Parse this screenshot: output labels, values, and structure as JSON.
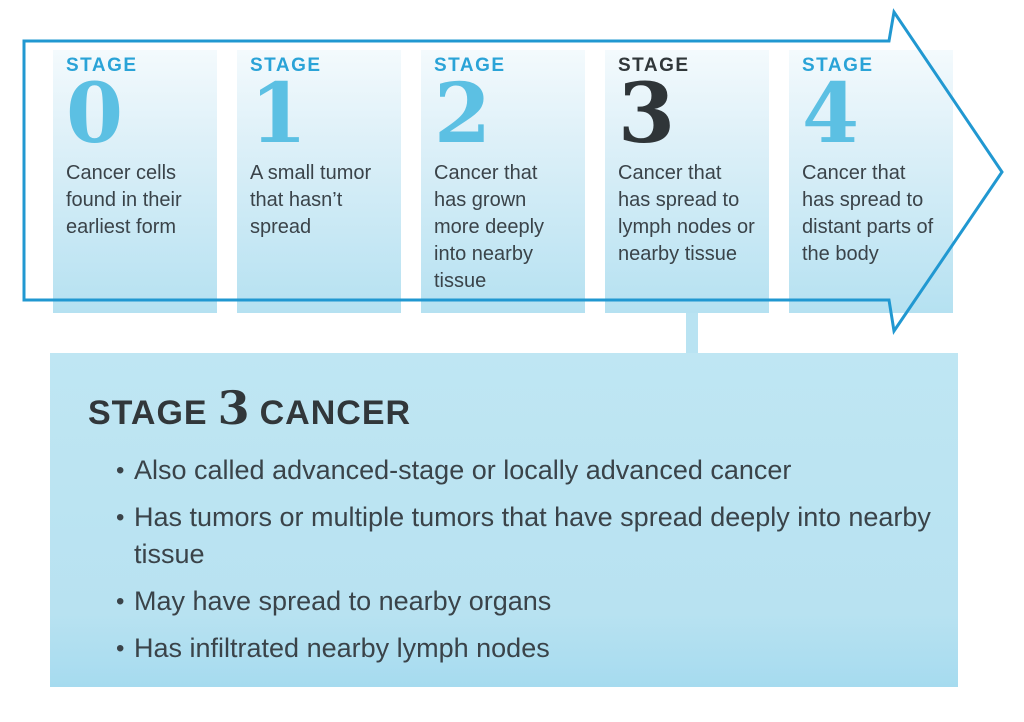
{
  "figure": {
    "title": "Cancer stages infographic",
    "type": "staged-arrow-diagram"
  },
  "stages": {
    "items": [
      {
        "label": "STAGE",
        "number": "0",
        "description": "Cancer cells found in their earliest form",
        "highlighted": false
      },
      {
        "label": "STAGE",
        "number": "1",
        "description": "A small tumor that hasn’t spread",
        "highlighted": false
      },
      {
        "label": "STAGE",
        "number": "2",
        "description": "Cancer that has grown more deeply into nearby tissue",
        "highlighted": false
      },
      {
        "label": "STAGE",
        "number": "3",
        "description": "Cancer that has spread to lymph nodes or nearby tissue",
        "highlighted": true
      },
      {
        "label": "STAGE",
        "number": "4",
        "description": "Cancer that has spread to distant parts of the body",
        "highlighted": false
      }
    ]
  },
  "detail": {
    "title_prefix": "STAGE",
    "title_number": "3",
    "title_suffix": "CANCER",
    "bullets": [
      "Also called advanced-stage or locally advanced cancer",
      "Has tumors or multiple tumors that have spread deeply into nearby tissue",
      "May have spread to nearby organs",
      "Has infiltrated nearby lymph nodes"
    ]
  },
  "colors": {
    "arrow_outline": "#2198d1",
    "stage_label": "#2aa3d7",
    "stage_number": "#5cc0e3",
    "highlight_text": "#31373a",
    "body_text": "#3a4349",
    "card_gradient_top": "#f4fafd",
    "card_gradient_bottom": "#b5e1f1",
    "detail_box_bg": "#b8e2f1"
  }
}
